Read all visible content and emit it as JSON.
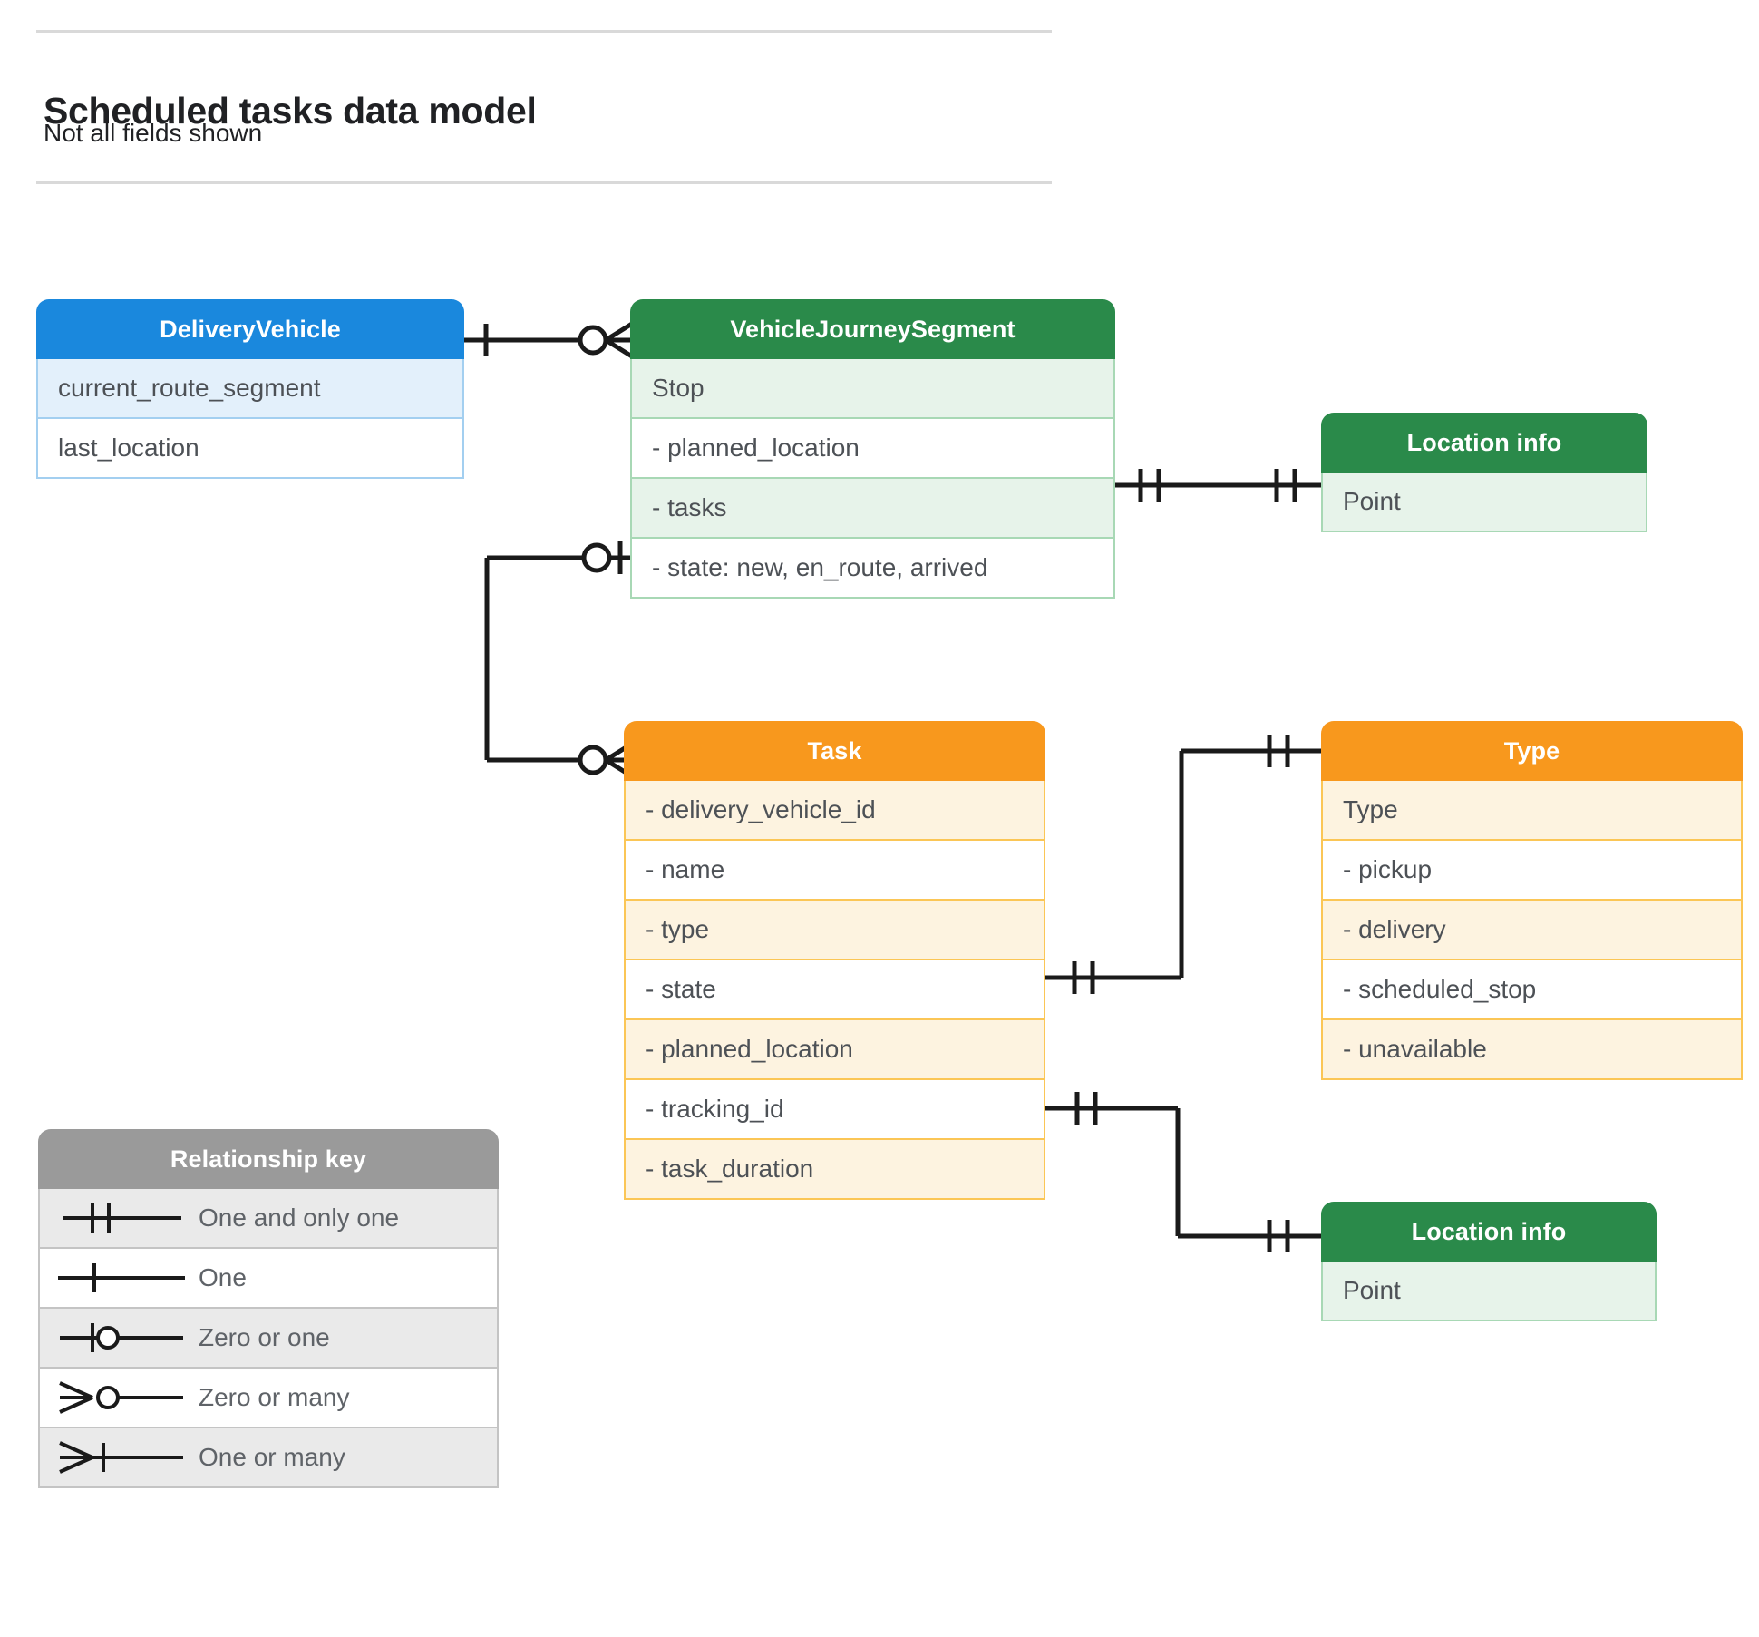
{
  "header": {
    "title": "Scheduled tasks data model",
    "subtitle": "Not all fields shown"
  },
  "colors": {
    "blue_header": "#1a88dd",
    "blue_row": "#e3f0fb",
    "blue_border": "#a3cff0",
    "green_header": "#2a8a4a",
    "green_row": "#e7f3ea",
    "green_border": "#a8d8b5",
    "orange_header": "#f8981d",
    "orange_row": "#fdf3e0",
    "orange_border": "#fbc656",
    "grey_header": "#9a9a9a",
    "grey_row": "#eaeaea",
    "grey_border": "#c4c4c4",
    "line": "#1a1a1a",
    "text": "#4d5156",
    "rule": "#d9d9d9"
  },
  "entities": [
    {
      "id": "delivery-vehicle",
      "title": "DeliveryVehicle",
      "color": "blue",
      "rows": [
        "current_route_segment",
        "last_location"
      ]
    },
    {
      "id": "vehicle-journey-segment",
      "title": "VehicleJourneySegment",
      "color": "green",
      "rows": [
        "Stop",
        "-  planned_location",
        "- tasks",
        "- state: new, en_route, arrived"
      ]
    },
    {
      "id": "location-info-top",
      "title": "Location info",
      "color": "green",
      "rows": [
        "Point"
      ]
    },
    {
      "id": "task",
      "title": "Task",
      "color": "orange",
      "rows": [
        "- delivery_vehicle_id",
        "- name",
        "- type",
        "- state",
        "- planned_location",
        "- tracking_id",
        "- task_duration"
      ]
    },
    {
      "id": "type",
      "title": "Type",
      "color": "orange",
      "rows": [
        "Type",
        "-   pickup",
        "-   delivery",
        "-   scheduled_stop",
        "-   unavailable"
      ]
    },
    {
      "id": "location-info-bottom",
      "title": "Location info",
      "color": "green",
      "rows": [
        "Point"
      ]
    }
  ],
  "legend": {
    "title": "Relationship key",
    "items": [
      {
        "symbol": "one-and-only-one",
        "label": "One and only one"
      },
      {
        "symbol": "one",
        "label": "One"
      },
      {
        "symbol": "zero-or-one",
        "label": "Zero or one"
      },
      {
        "symbol": "zero-or-many",
        "label": "Zero or many"
      },
      {
        "symbol": "one-or-many",
        "label": "One or many"
      }
    ]
  },
  "relationships": [
    {
      "id": "deliveryvehicle-to-vehiclejourneysegment",
      "from": "DeliveryVehicle",
      "to": "VehicleJourneySegment",
      "from_cardinality": "one",
      "to_cardinality": "zero-or-many"
    },
    {
      "id": "vehiclejourneysegment-tasks-to-task",
      "from": "VehicleJourneySegment.tasks",
      "to": "Task",
      "from_cardinality": "zero-or-one",
      "to_cardinality": "zero-or-many"
    },
    {
      "id": "vehiclejourneysegment-plannedlocation-to-locationinfo",
      "from": "VehicleJourneySegment.planned_location",
      "to": "Location info",
      "from_cardinality": "one-and-only-one",
      "to_cardinality": "one-and-only-one"
    },
    {
      "id": "task-type-to-type",
      "from": "Task.type",
      "to": "Type",
      "from_cardinality": "one-and-only-one",
      "to_cardinality": "one-and-only-one"
    },
    {
      "id": "task-plannedlocation-to-locationinfo",
      "from": "Task.planned_location",
      "to": "Location info",
      "from_cardinality": "one-and-only-one",
      "to_cardinality": "one-and-only-one"
    }
  ]
}
